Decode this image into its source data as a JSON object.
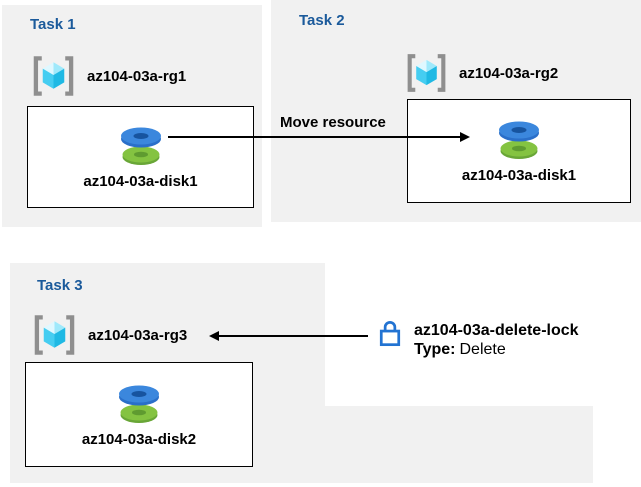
{
  "tasks": [
    {
      "title": "Task 1",
      "resource_group": "az104-03a-rg1",
      "disk": "az104-03a-disk1"
    },
    {
      "title": "Task 2",
      "resource_group": "az104-03a-rg2",
      "disk": "az104-03a-disk1"
    },
    {
      "title": "Task 3",
      "resource_group": "az104-03a-rg3",
      "disk": "az104-03a-disk2"
    }
  ],
  "move_arrow_label": "Move resource",
  "lock": {
    "name": "az104-03a-delete-lock",
    "type_label": "Type:",
    "type_value": "Delete"
  },
  "colors": {
    "panel_background": "#f1f1f1",
    "task_title_blue": "#1b5a9b",
    "disk_blue": "#3b87dd",
    "disk_green": "#84c341",
    "cube_cyan": "#45cdf1",
    "bracket_gray": "#8f8f8f",
    "lock_blue": "#2273d2",
    "arrow_black": "#000000"
  }
}
